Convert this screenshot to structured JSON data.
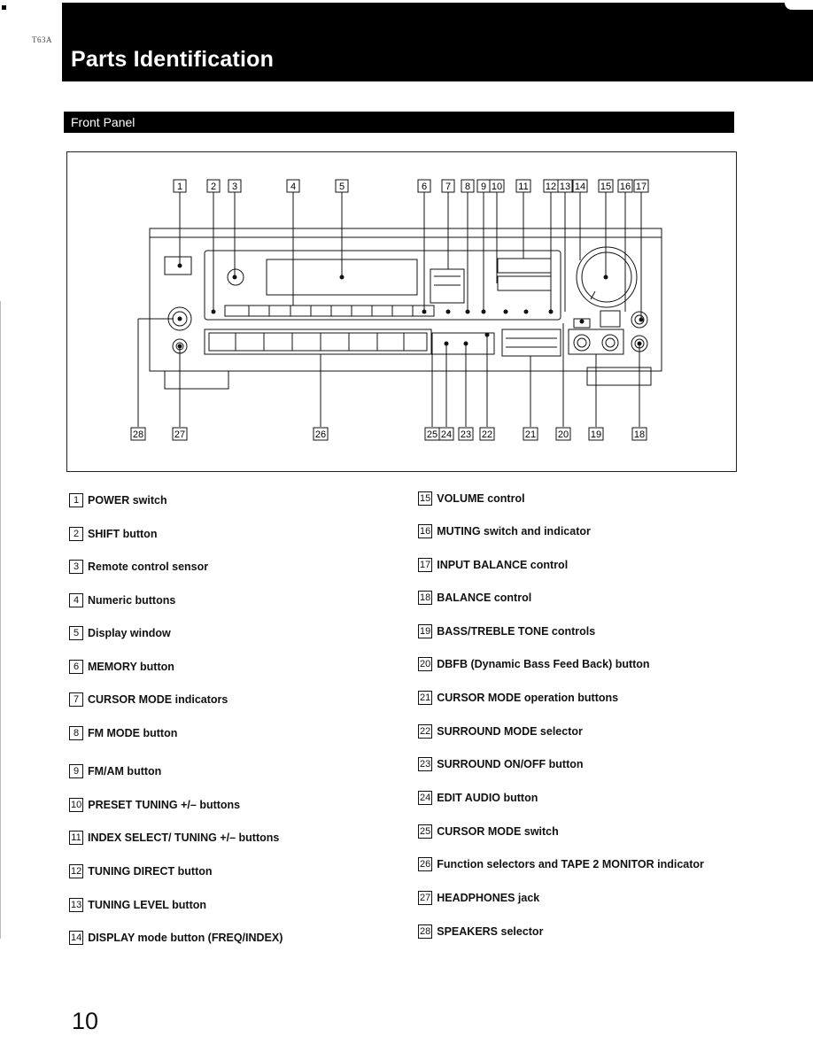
{
  "doc_code": "T63A",
  "page_title": "Parts Identification",
  "section_title": "Front Panel",
  "page_number": "10",
  "figure_callouts": [
    "1",
    "2",
    "3",
    "4",
    "5",
    "6",
    "7",
    "8",
    "9",
    "10",
    "11",
    "12",
    "13",
    "14",
    "15",
    "16",
    "17",
    "18",
    "19",
    "20",
    "21",
    "22",
    "23",
    "24",
    "25",
    "26",
    "27",
    "28"
  ],
  "legend_left": [
    {
      "num": "1",
      "label": "POWER switch"
    },
    {
      "num": "2",
      "label": "SHIFT button"
    },
    {
      "num": "3",
      "label": "Remote control sensor"
    },
    {
      "num": "4",
      "label": "Numeric buttons"
    },
    {
      "num": "5",
      "label": "Display window"
    },
    {
      "num": "6",
      "label": "MEMORY button"
    },
    {
      "num": "7",
      "label": "CURSOR MODE indicators"
    },
    {
      "num": "8",
      "label": "FM MODE button"
    },
    {
      "num": "9",
      "label": "FM/AM button"
    },
    {
      "num": "10",
      "label": "PRESET TUNING +/– buttons"
    },
    {
      "num": "11",
      "label": "INDEX SELECT/ TUNING +/– buttons"
    },
    {
      "num": "12",
      "label": "TUNING DIRECT button"
    },
    {
      "num": "13",
      "label": "TUNING LEVEL button"
    },
    {
      "num": "14",
      "label": "DISPLAY mode button (FREQ/INDEX)"
    }
  ],
  "legend_right": [
    {
      "num": "15",
      "label": "VOLUME control"
    },
    {
      "num": "16",
      "label": "MUTING switch and indicator"
    },
    {
      "num": "17",
      "label": "INPUT BALANCE control"
    },
    {
      "num": "18",
      "label": "BALANCE control"
    },
    {
      "num": "19",
      "label": "BASS/TREBLE TONE controls"
    },
    {
      "num": "20",
      "label": "DBFB (Dynamic Bass Feed Back) button"
    },
    {
      "num": "21",
      "label": "CURSOR MODE operation buttons"
    },
    {
      "num": "22",
      "label": "SURROUND MODE selector"
    },
    {
      "num": "23",
      "label": "SURROUND ON/OFF button"
    },
    {
      "num": "24",
      "label": "EDIT AUDIO button"
    },
    {
      "num": "25",
      "label": "CURSOR MODE switch"
    },
    {
      "num": "26",
      "label": "Function selectors and TAPE 2 MONITOR indicator"
    },
    {
      "num": "27",
      "label": "HEADPHONES jack"
    },
    {
      "num": "28",
      "label": "SPEAKERS selector"
    }
  ]
}
